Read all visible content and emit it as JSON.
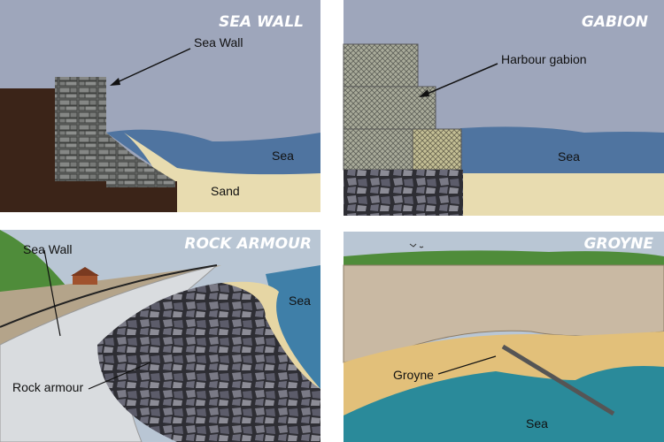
{
  "panels": {
    "sea_wall": {
      "title": "SEA WALL",
      "labels": {
        "structure": "Sea Wall",
        "sea": "Sea",
        "sand": "Sand"
      }
    },
    "gabion": {
      "title": "GABION",
      "labels": {
        "structure": "Harbour gabion",
        "sea": "Sea"
      }
    },
    "rock_armour": {
      "title": "ROCK ARMOUR",
      "labels": {
        "wall": "Sea Wall",
        "rocks": "Rock armour",
        "sea": "Sea"
      }
    },
    "groyne": {
      "title": "GROYNE",
      "labels": {
        "structure": "Groyne",
        "sea": "Sea"
      }
    }
  },
  "colors": {
    "sky": "#9ea6bb",
    "sea": "#4f74a0",
    "sand": "#e8dcb0",
    "earth": "#3b2418",
    "stone": "#6c6e6c",
    "cliff": "#c9b9a3",
    "grass": "#4f8c3a",
    "teal_sea": "#2a8a9a"
  }
}
